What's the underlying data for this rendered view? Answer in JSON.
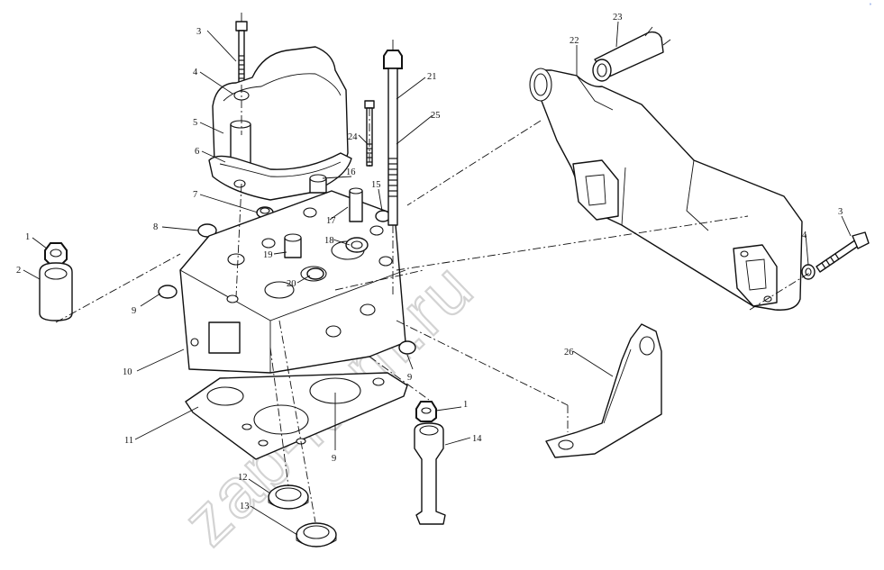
{
  "watermark": "zap-kam.ru",
  "corner_mark": "°",
  "callouts": {
    "c1a": "1",
    "c1b": "1",
    "c2": "2",
    "c3a": "3",
    "c3b": "3",
    "c4a": "4",
    "c4b": "4",
    "c5": "5",
    "c6": "6",
    "c7": "7",
    "c8": "8",
    "c9a": "9",
    "c9b": "9",
    "c9c": "9",
    "c10": "10",
    "c11": "11",
    "c12": "12",
    "c13": "13",
    "c14": "14",
    "c15": "15",
    "c16": "16",
    "c17": "17",
    "c18": "18",
    "c19": "19",
    "c20": "20",
    "c21": "21",
    "c22": "22",
    "c23": "23",
    "c24": "24",
    "c25": "25",
    "c26": "26"
  }
}
